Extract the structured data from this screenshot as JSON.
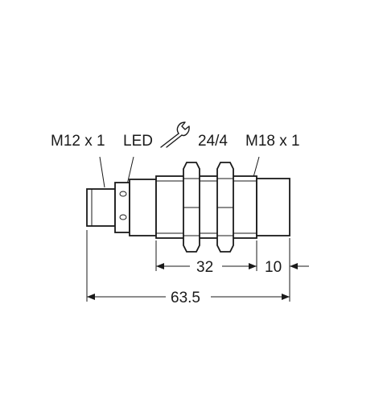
{
  "labels": {
    "connector_thread": "M12 x 1",
    "led": "LED",
    "wrench_size": "24/4",
    "body_thread": "M18 x 1"
  },
  "dimensions": {
    "nut_to_face": "32",
    "face_length": "10",
    "overall_length": "63.5"
  },
  "icons": {
    "wrench": "wrench-icon"
  }
}
